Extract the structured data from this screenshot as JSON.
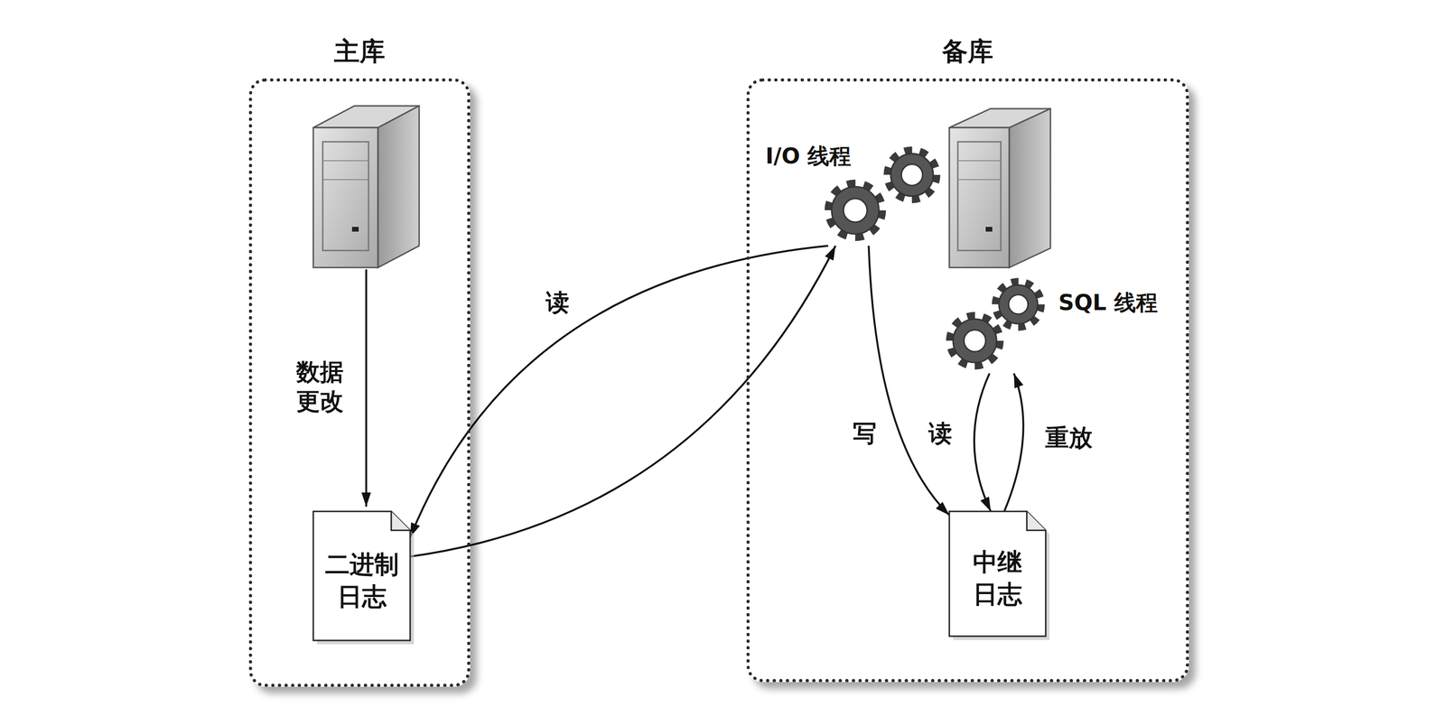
{
  "diagram": {
    "nodes": [
      {
        "text": [
          "主库"
        ]
      },
      {
        "text": [
          "二进制 日志"
        ],
        "in": 0
      },
      {
        "text": [
          "备库"
        ]
      },
      {
        "text": [
          "I/O 线程"
        ],
        "in": 2
      },
      {
        "text": [
          "SQL 线程"
        ],
        "in": 2
      },
      {
        "text": [
          "中继 日志"
        ],
        "in": 2
      }
    ],
    "edges": [
      {
        "from": 3,
        "to": 1,
        "label": "读",
        "arrow": "to"
      },
      {
        "from": 1,
        "to": 3,
        "arrow": "to"
      },
      {
        "from": 3,
        "to": 5,
        "label": "写",
        "arrow": "to"
      },
      {
        "from": 4,
        "to": 5,
        "label": "读",
        "arrow": "to"
      },
      {
        "from": 5,
        "to": 4,
        "label": "重放",
        "arrow": "to"
      }
    ],
    "labels": [
      "数据 更改"
    ]
  }
}
